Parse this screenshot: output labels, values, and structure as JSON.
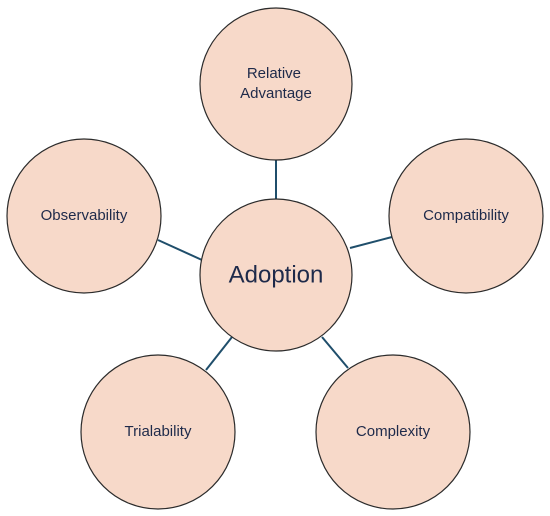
{
  "diagram": {
    "center": {
      "label": "Adoption"
    },
    "nodes": [
      {
        "id": "relative-advantage",
        "lines": [
          "Relative",
          "Advantage"
        ]
      },
      {
        "id": "compatibility",
        "lines": [
          "Compatibility"
        ]
      },
      {
        "id": "complexity",
        "lines": [
          "Complexity"
        ]
      },
      {
        "id": "trialability",
        "lines": [
          "Trialability"
        ]
      },
      {
        "id": "observability",
        "lines": [
          "Observability"
        ]
      }
    ],
    "colors": {
      "node_fill": "#f7d9c9",
      "node_stroke": "#2b2b2b",
      "connector": "#1f4e6b",
      "text": "#1e2a4a"
    }
  }
}
